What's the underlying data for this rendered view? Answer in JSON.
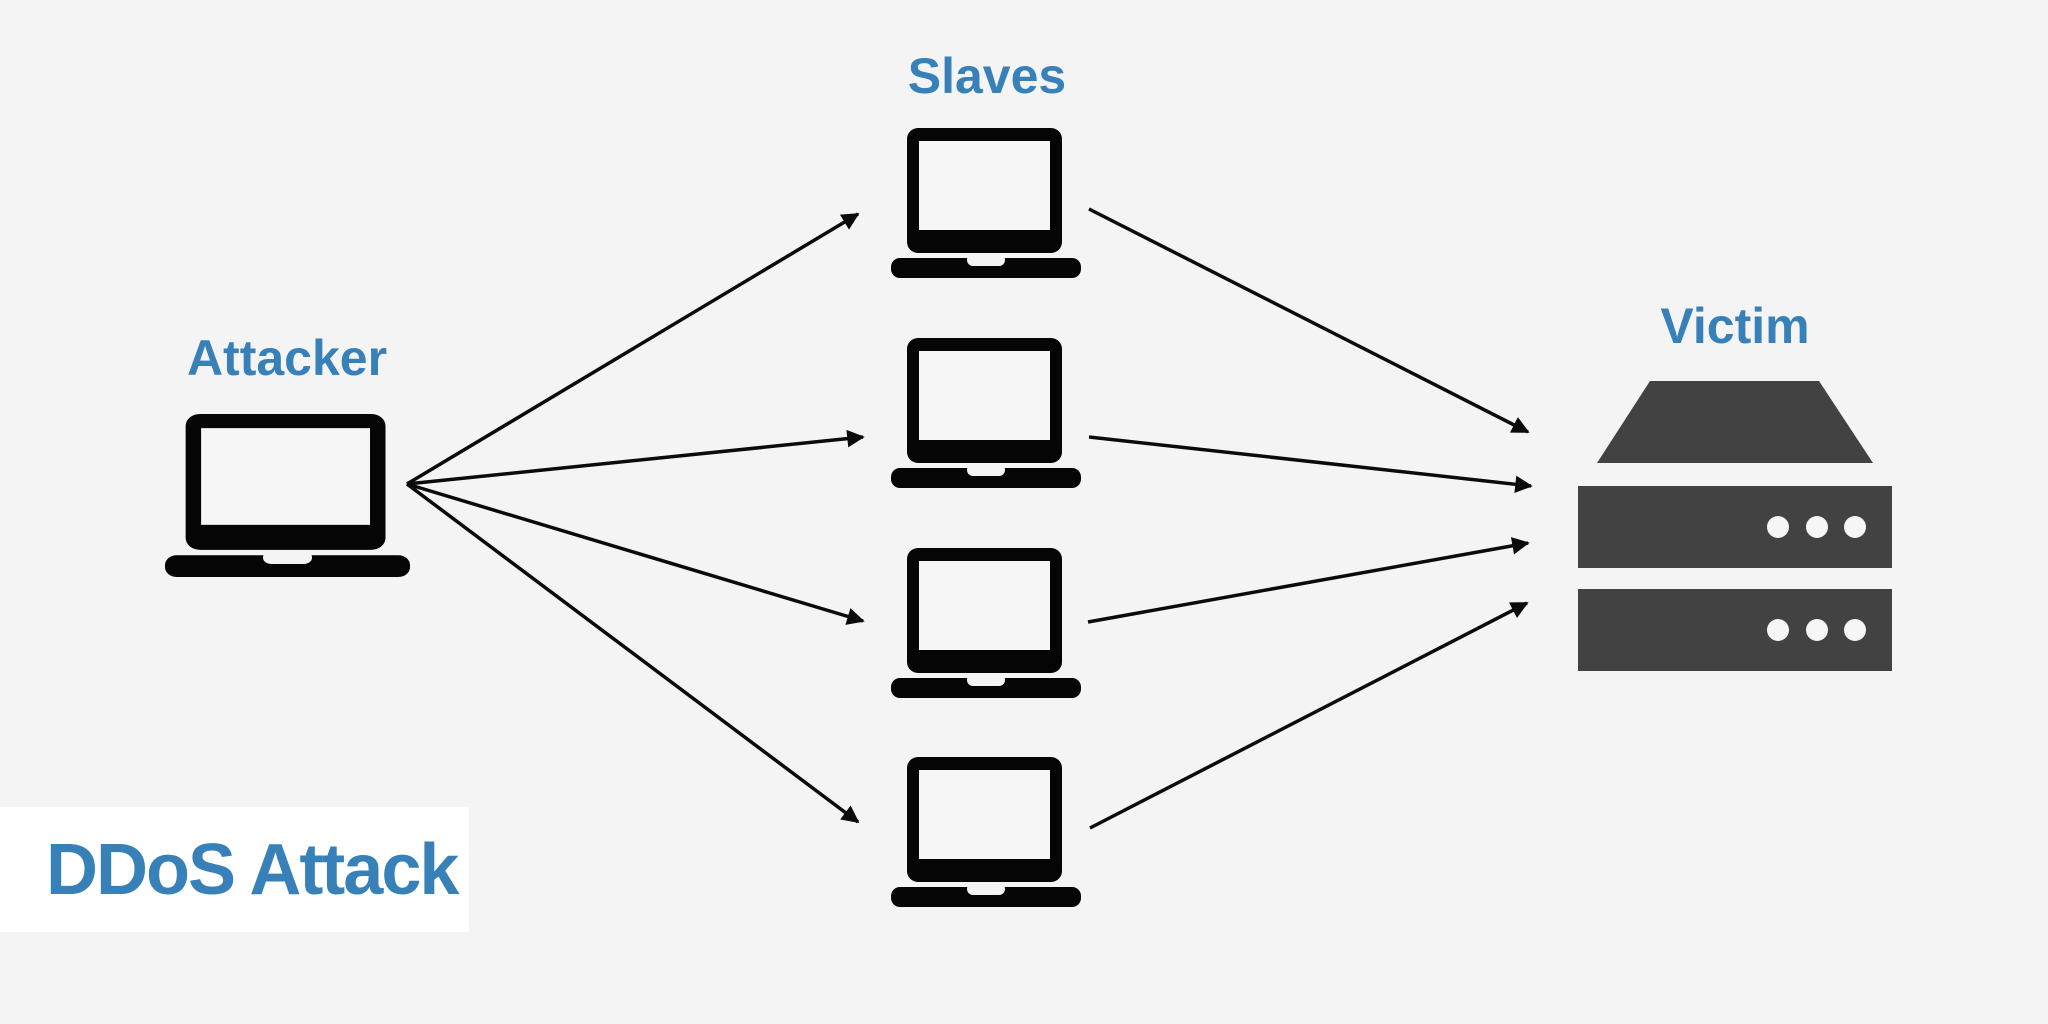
{
  "diagram": {
    "type": "network-attack-diagram",
    "title": "DDoS Attack",
    "nodes": {
      "attacker": {
        "label": "Attacker",
        "icon": "laptop-icon"
      },
      "slaves": {
        "label": "Slaves",
        "icon": "laptop-icon",
        "count": 4
      },
      "victim": {
        "label": "Victim",
        "icon": "server-icon"
      }
    },
    "edges": [
      {
        "from": "attacker",
        "to": "slave-1"
      },
      {
        "from": "attacker",
        "to": "slave-2"
      },
      {
        "from": "attacker",
        "to": "slave-3"
      },
      {
        "from": "attacker",
        "to": "slave-4"
      },
      {
        "from": "slave-1",
        "to": "victim"
      },
      {
        "from": "slave-2",
        "to": "victim"
      },
      {
        "from": "slave-3",
        "to": "victim"
      },
      {
        "from": "slave-4",
        "to": "victim"
      }
    ],
    "colors": {
      "accent_blue": "#3880b8",
      "icon_black": "#050505",
      "server_gray": "#424242",
      "background": "#f4f4f4",
      "title_box_background": "#ffffff",
      "arrow_black": "#0b0b0b"
    }
  }
}
